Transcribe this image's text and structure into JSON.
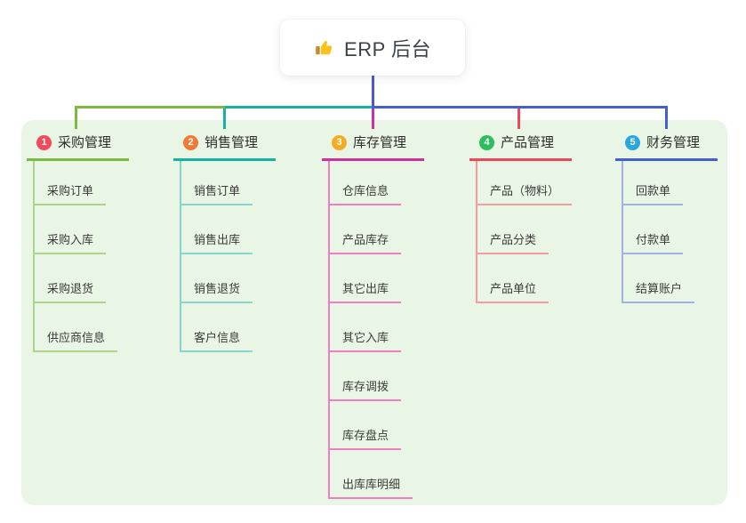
{
  "root": {
    "icon": "thumbs-up-icon",
    "label": "ERP 后台"
  },
  "colors": {
    "page_bg": "#ffffff",
    "panel_bg": "#eaf6e5",
    "root_line": "#4f58c9",
    "root_text": "#3d4248",
    "branch_text": "#2d2d2d",
    "child_text": "#3a3a3a"
  },
  "branches": [
    {
      "index": "1",
      "label": "采购管理",
      "badge_color": "#f04a5c",
      "line_color": "#7cb93f",
      "child_line_color": "#aed489",
      "children": [
        "采购订单",
        "采购入库",
        "采购退货",
        "供应商信息"
      ]
    },
    {
      "index": "2",
      "label": "销售管理",
      "badge_color": "#f07b38",
      "line_color": "#16b2a4",
      "child_line_color": "#85d6cc",
      "children": [
        "销售订单",
        "销售出库",
        "销售退货",
        "客户信息"
      ]
    },
    {
      "index": "3",
      "label": "库存管理",
      "badge_color": "#f2ac28",
      "line_color": "#d02f9e",
      "child_line_color": "#f07ec2",
      "children": [
        "仓库信息",
        "产品库存",
        "其它出库",
        "其它入库",
        "库存调拨",
        "库存盘点",
        "出库库明细"
      ]
    },
    {
      "index": "4",
      "label": "产品管理",
      "badge_color": "#2dbd5d",
      "line_color": "#f0485a",
      "child_line_color": "#f79ba1",
      "children": [
        "产品（物料）",
        "产品分类",
        "产品单位"
      ]
    },
    {
      "index": "5",
      "label": "财务管理",
      "badge_color": "#2ca6e0",
      "line_color": "#4460d0",
      "child_line_color": "#9fb2e8",
      "children": [
        "回款单",
        "付款单",
        "结算账户"
      ]
    }
  ]
}
